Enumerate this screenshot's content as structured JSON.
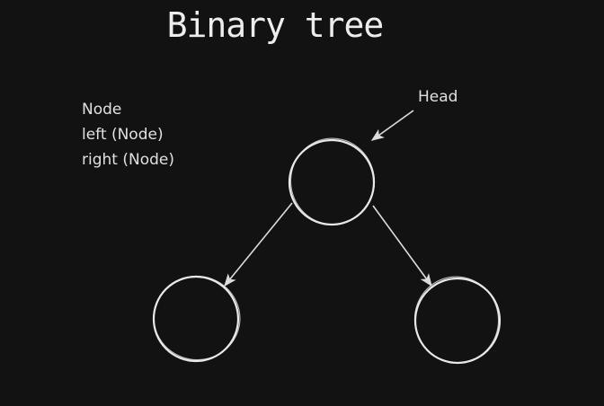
{
  "title": "Binary tree",
  "legend": {
    "lines": [
      "Node",
      "left (Node)",
      "right (Node)"
    ]
  },
  "head_label": "Head",
  "nodes": [
    {
      "id": "root",
      "role": "head"
    },
    {
      "id": "left",
      "role": "left child"
    },
    {
      "id": "right",
      "role": "right child"
    }
  ],
  "edges": [
    {
      "from": "root",
      "to": "left"
    },
    {
      "from": "root",
      "to": "right"
    }
  ],
  "colors": {
    "background": "#121212",
    "stroke": "#e8e8e8",
    "text": "#e6e6e6"
  }
}
